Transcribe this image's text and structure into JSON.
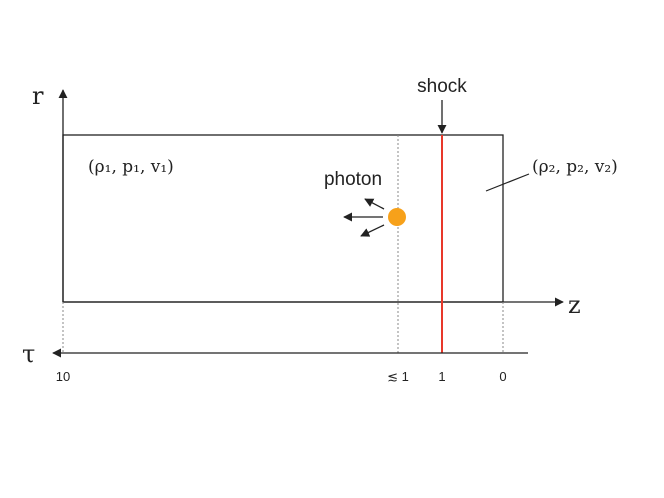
{
  "labels": {
    "r_axis": "r",
    "z_axis": "z",
    "tau_axis": "τ",
    "shock": "shock",
    "photon": "photon",
    "region1": "(ρ₁, p₁, v₁)",
    "region2": "(ρ₂, p₂, v₂)"
  },
  "tau_ticks": {
    "t10": "10",
    "t_approx1": "≲ 1",
    "t1": "1",
    "t0": "0"
  },
  "colors": {
    "shock_line": "#e8382a",
    "photon": "#f7a11a",
    "lines": "#222222",
    "dotted": "#888888"
  }
}
